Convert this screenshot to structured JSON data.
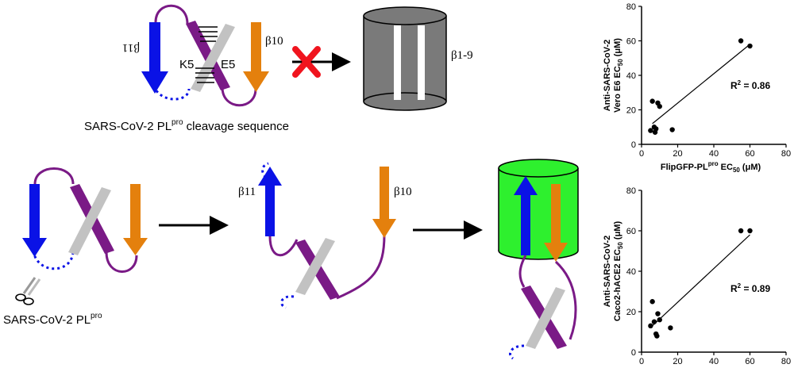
{
  "labels": {
    "b11": "β11",
    "b10": "β10",
    "k5": "K5",
    "e5": "E5",
    "barrel": "β1-9",
    "cleavage_main": "SARS-CoV-2 PL",
    "cleavage_sup": "pro",
    "cleavage_rest": " cleavage sequence",
    "enzyme_main": "SARS-CoV-2 PL",
    "enzyme_sup": "pro"
  },
  "colors": {
    "blue": "#0a12e6",
    "purple": "#7a1a86",
    "orange": "#e4800d",
    "grey": "#c2c2c2",
    "barrel_dark": "#7a7a7a",
    "barrel_green": "#2ef02e",
    "cross": "#f0141e"
  },
  "chart_data": [
    {
      "type": "scatter",
      "ylabel_lines": [
        "Anti-SARS-CoV-2",
        "Vero E6 EC",
        "50",
        " (μM)"
      ],
      "xlabel": [
        "FlipGFP-PL",
        "pro",
        " EC",
        "50",
        " (μM)"
      ],
      "xlim": [
        0,
        80
      ],
      "ylim": [
        0,
        80
      ],
      "xticks": [
        "0",
        "20",
        "40",
        "60",
        "80"
      ],
      "yticks": [
        "0",
        "20",
        "40",
        "60",
        "80"
      ],
      "points": [
        [
          5,
          8
        ],
        [
          6,
          25
        ],
        [
          7,
          10
        ],
        [
          7.5,
          7
        ],
        [
          8,
          9
        ],
        [
          9,
          24
        ],
        [
          10,
          22
        ],
        [
          17,
          8.5
        ],
        [
          55,
          60
        ],
        [
          60,
          57
        ]
      ],
      "fit": [
        [
          6,
          12
        ],
        [
          60,
          58
        ]
      ],
      "r2_text": [
        "R",
        "2",
        " = 0.86"
      ]
    },
    {
      "type": "scatter",
      "ylabel_lines": [
        "Anti-SARS-CoV-2",
        "Caco2-hACE2 EC",
        "50",
        " (μM)"
      ],
      "xlabel": [
        "FlipGFP-PL",
        "pro",
        " EC",
        "50",
        " (μM)"
      ],
      "xlim": [
        0,
        80
      ],
      "ylim": [
        0,
        80
      ],
      "xticks": [
        "0",
        "20",
        "40",
        "60",
        "80"
      ],
      "yticks": [
        "0",
        "20",
        "40",
        "60",
        "80"
      ],
      "points": [
        [
          5,
          13
        ],
        [
          6,
          25
        ],
        [
          7,
          15
        ],
        [
          8,
          9
        ],
        [
          8.5,
          8
        ],
        [
          9,
          19
        ],
        [
          10,
          16
        ],
        [
          16,
          12
        ],
        [
          55,
          60
        ],
        [
          60,
          60
        ]
      ],
      "fit": [
        [
          6,
          13
        ],
        [
          60,
          58
        ]
      ],
      "r2_text": [
        "R",
        "2",
        " = 0.89"
      ]
    }
  ]
}
